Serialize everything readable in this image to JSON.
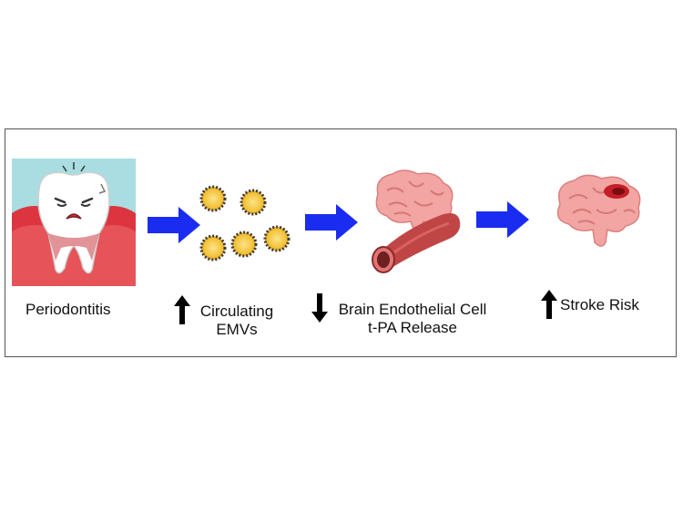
{
  "steps": [
    {
      "label_lines": [
        "Periodontitis"
      ],
      "direction": null,
      "icon": "tooth-icon"
    },
    {
      "label_lines": [
        "Circulating",
        "EMVs"
      ],
      "direction": "up",
      "icon": "microvesicles-icon"
    },
    {
      "label_lines": [
        "Brain Endothelial Cell",
        "t-PA Release"
      ],
      "direction": "down",
      "icon": "brain-and-vessel-icon"
    },
    {
      "label_lines": [
        "Stroke Risk"
      ],
      "direction": "up",
      "icon": "damaged-brain-icon"
    }
  ],
  "colors": {
    "flow_arrow": "#1a2cf0",
    "gum": "#d9343f",
    "tooth_bg": "#a7dde0",
    "brain": "#f2a5a3",
    "vessel": "#b83a3a",
    "vesicle": "#f6c843"
  }
}
